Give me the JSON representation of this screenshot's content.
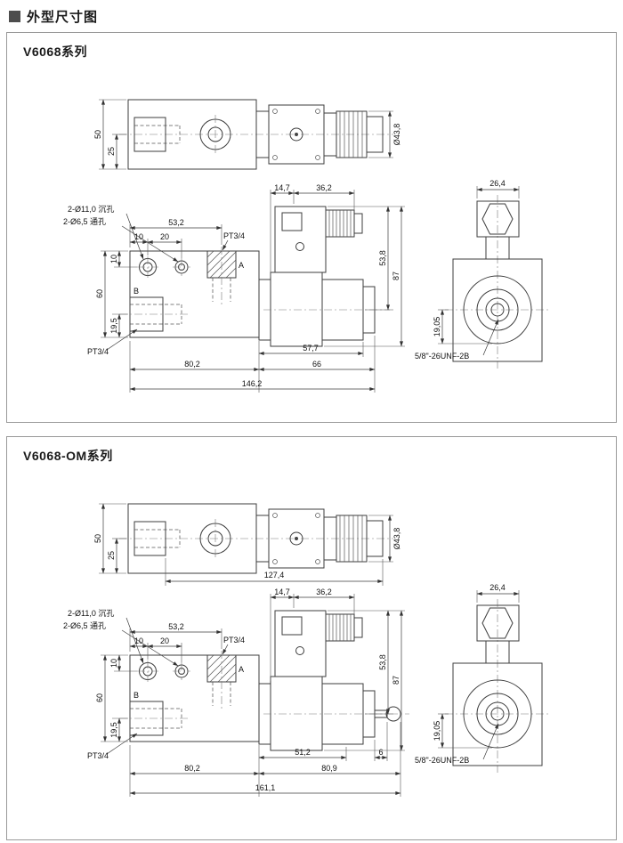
{
  "page": {
    "title": "外型尺寸图"
  },
  "panel1": {
    "title": "V6068系列",
    "top": {
      "h50": "50",
      "h25": "25",
      "dia438": "Ø43,8"
    },
    "front": {
      "note1": "2-Ø11,0 沉孔",
      "note2": "2-Ø6,5 通孔",
      "d532": "53,2",
      "d10": "10",
      "d20": "20",
      "ptA": "PT3/4",
      "A": "A",
      "B": "B",
      "l10": "10",
      "l60": "60",
      "l195": "19,5",
      "ptB": "PT3/4",
      "t147": "14,7",
      "t362": "36,2",
      "r538": "53,8",
      "r87": "87",
      "b577": "57,7",
      "b802": "80,2",
      "b66": "66",
      "b1462": "146,2"
    },
    "side": {
      "d264": "26,4",
      "d1905": "19,05",
      "thread": "5/8\"-26UNF-2B"
    }
  },
  "panel2": {
    "title": "V6068-OM系列",
    "top": {
      "h50": "50",
      "h25": "25",
      "dia438": "Ø43,8",
      "d1274": "127,4"
    },
    "front": {
      "note1": "2-Ø11,0 沉孔",
      "note2": "2-Ø6,5 通孔",
      "d532": "53,2",
      "d10": "10",
      "d20": "20",
      "ptA": "PT3/4",
      "A": "A",
      "B": "B",
      "l10": "10",
      "l60": "60",
      "l195": "19,5",
      "ptB": "PT3/4",
      "t147": "14,7",
      "t362": "36,2",
      "r538": "53,8",
      "r87": "87",
      "b512": "51,2",
      "b6": "6",
      "b802": "80,2",
      "b809": "80,9",
      "b1611": "161,1"
    },
    "side": {
      "d264": "26,4",
      "d1905": "19,05",
      "thread": "5/8\"-26UNF-2B"
    }
  }
}
